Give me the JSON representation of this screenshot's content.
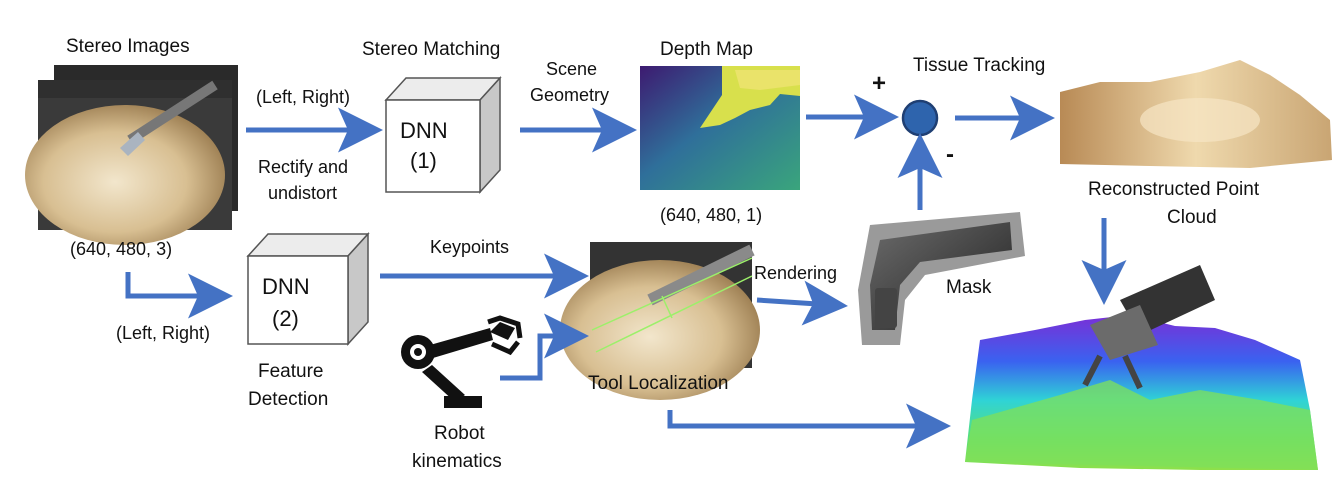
{
  "colors": {
    "arrow": "#4472c4",
    "node_fill": "#2e64ad",
    "node_stroke": "#1f3f73",
    "cube_front": "#ffffff",
    "cube_side": "#c8c8c8",
    "cube_top": "#ececec",
    "tissue": "#d9c4a0",
    "depth_dark": "#3b1a6e",
    "depth_mid": "#2f8f8c",
    "depth_light": "#e8e35a"
  },
  "icons": {
    "stereo_images": "surgical-tissue-photo-stack",
    "depth_map": "depth-map-image",
    "reconstructed_cloud": "tissue-point-cloud",
    "tool_localization": "tool-overlay-photo",
    "mask": "robot-tool-mask",
    "robot": "robot-arm-icon",
    "final": "colored-depth-surface-with-tool"
  },
  "labels": {
    "stereo_images": "Stereo Images",
    "stereo_matching": "Stereo Matching",
    "depth_map": "Depth Map",
    "tissue_tracking": "Tissue Tracking",
    "scene_geometry_1": "Scene",
    "scene_geometry_2": "Geometry",
    "left_right_top": "(Left, Right)",
    "rectify_1": "Rectify and",
    "rectify_2": "undistort",
    "dnn1_a": "DNN",
    "dnn1_b": "(1)",
    "dnn2_a": "DNN",
    "dnn2_b": "(2)",
    "dims_images": "(640, 480, 3)",
    "dims_depth": "(640, 480, 1)",
    "plus": "+",
    "minus": "-",
    "reconstructed_1": "Reconstructed Point",
    "reconstructed_2": "Cloud",
    "keypoints": "Keypoints",
    "rendering": "Rendering",
    "mask": "Mask",
    "left_right_bottom": "(Left, Right)",
    "feature_1": "Feature",
    "feature_2": "Detection",
    "tool_localization": "Tool Localization",
    "robot_1": "Robot",
    "robot_2": "kinematics"
  }
}
